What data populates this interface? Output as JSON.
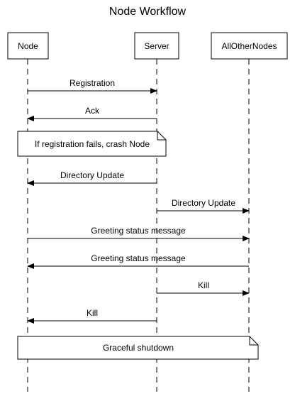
{
  "title": "Node Workflow",
  "participants": [
    {
      "id": "node",
      "label": "Node"
    },
    {
      "id": "server",
      "label": "Server"
    },
    {
      "id": "allothers",
      "label": "AllOtherNodes"
    }
  ],
  "messages": [
    {
      "from": "node",
      "to": "server",
      "label": "Registration"
    },
    {
      "from": "server",
      "to": "node",
      "label": "Ack"
    },
    {
      "from": "server",
      "to": "node",
      "label": "Directory Update"
    },
    {
      "from": "server",
      "to": "allothers",
      "label": "Directory Update"
    },
    {
      "from": "node",
      "to": "allothers",
      "label": "Greeting status message"
    },
    {
      "from": "allothers",
      "to": "node",
      "label": "Greeting status message"
    },
    {
      "from": "server",
      "to": "allothers",
      "label": "Kill"
    },
    {
      "from": "server",
      "to": "node",
      "label": "Kill"
    }
  ],
  "notes": [
    {
      "label": "If registration fails, crash Node",
      "over": [
        "node",
        "server"
      ]
    },
    {
      "label": "Graceful shutdown",
      "over": [
        "node",
        "allothers"
      ]
    }
  ],
  "colors": {
    "line": "#000000",
    "background": "#ffffff"
  }
}
